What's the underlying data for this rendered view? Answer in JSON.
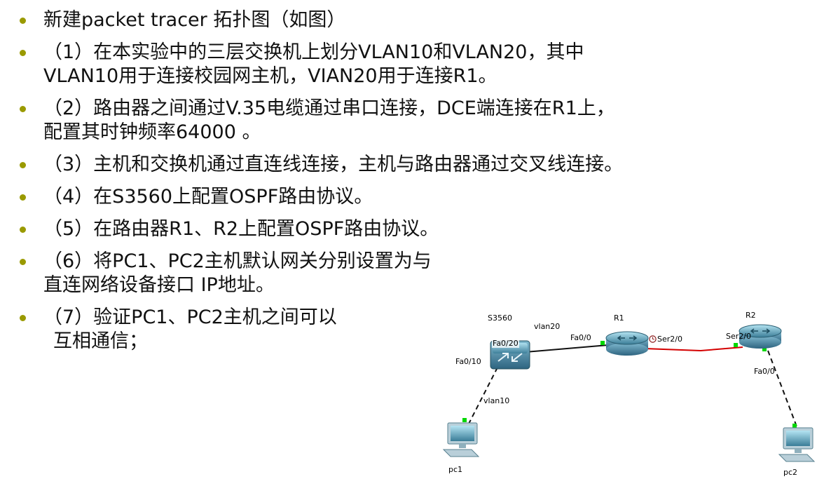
{
  "slide": {
    "bullet_color": "#9a9a00",
    "text_color": "#111111",
    "bullets": [
      {
        "line1": "新建packet tracer 拓扑图（如图）"
      },
      {
        "line1": "（1）在本实验中的三层交换机上划分VLAN10和VLAN20，其中",
        "line2": "VLAN10用于连接校园网主机，VIAN20用于连接R1。"
      },
      {
        "line1": "（2）路由器之间通过V.35电缆通过串口连接，DCE端连接在R1上，",
        "line2": "配置其时钟频率64000 。"
      },
      {
        "line1": "（3）主机和交换机通过直连线连接，主机与路由器通过交叉线连接。"
      },
      {
        "line1": "（4）在S3560上配置OSPF路由协议。"
      },
      {
        "line1": "（5）在路由器R1、R2上配置OSPF路由协议。"
      },
      {
        "line1": "（6）将PC1、PC2主机默认网关分别设置为与",
        "line2": "直连网络设备接口 IP地址。"
      },
      {
        "line1": "（7）验证PC1、PC2主机之间可以",
        "line2": "互相通信；"
      }
    ]
  },
  "diagram": {
    "devices": {
      "switch_name": "S3560",
      "router1_name": "R1",
      "router2_name": "R2",
      "pc1_name": "pc1",
      "pc2_name": "pc2"
    },
    "links": {
      "switch_r1_label": "vlan20",
      "switch_pc1_label": "vlan10"
    },
    "ports": {
      "switch_to_r1": "Fa0/20",
      "switch_to_pc1": "Fa0/10",
      "r1_lan": "Fa0/0",
      "r1_serial": "Ser2/0",
      "r2_serial": "Ser2/0",
      "r2_lan": "Fa0/0"
    },
    "colors": {
      "serial_link": "#d40000",
      "ethernet_link": "#111111",
      "link_up_indicator": "#00d800"
    }
  }
}
